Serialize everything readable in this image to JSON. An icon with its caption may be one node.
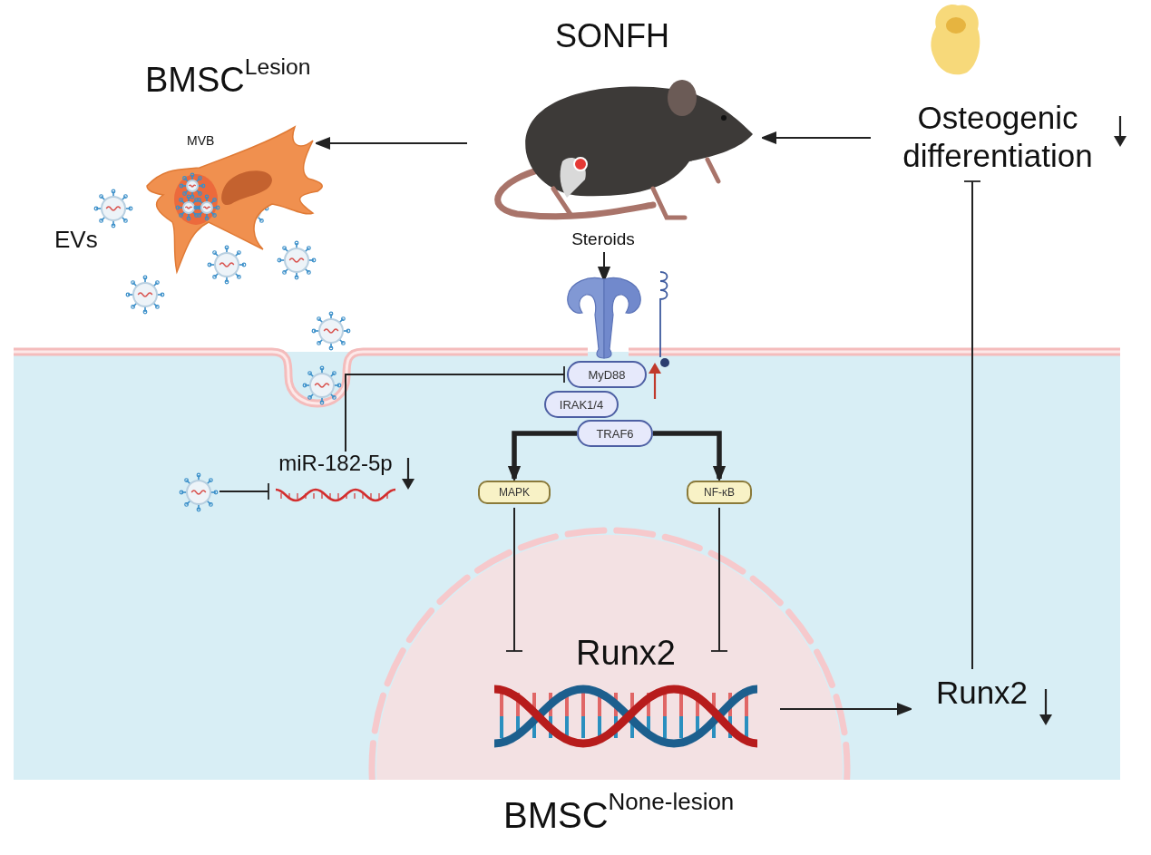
{
  "diagram": {
    "nodes": [
      {
        "text": [
          "SONFH"
        ]
      },
      {
        "text": [
          "BMSC$^{Lesion}$",
          "MVB"
        ]
      },
      {
        "text": [
          "Osteogenic differentiation"
        ]
      },
      {
        "text": [
          "Steroids"
        ]
      },
      {
        "text": [],
        "shape": "picture"
      },
      {
        "text": [
          "MyD88"
        ]
      },
      {
        "text": [
          "IRAK1/4"
        ]
      },
      {
        "text": [
          "TRAF6"
        ]
      },
      {
        "text": [
          "miR-182-5p"
        ]
      },
      {
        "text": [],
        "shape": "picture"
      },
      {
        "text": [
          "MAPK"
        ]
      },
      {
        "text": [
          "NF-κB"
        ]
      },
      {
        "text": [
          "Runx2"
        ]
      },
      {
        "text": [
          "Runx2"
        ]
      }
    ],
    "edges": [
      {
        "from": 0,
        "to": 1,
        "arrow": "to"
      },
      {
        "from": 2,
        "to": 0,
        "arrow": "to"
      },
      {
        "from": 3,
        "to": 4,
        "arrow": "to"
      },
      {
        "from": 8,
        "to": 5,
        "arrow": "other"
      },
      {
        "from": 9,
        "to": 8,
        "arrow": "other"
      },
      {
        "from": 7,
        "to": 10,
        "arrow": "to",
        "style": "thick"
      },
      {
        "from": 7,
        "to": 11,
        "arrow": "to",
        "style": "thick"
      },
      {
        "from": 10,
        "to": 12,
        "arrow": "other"
      },
      {
        "from": 11,
        "to": 12,
        "arrow": "other"
      },
      {
        "from": 12,
        "to": 13,
        "arrow": "to"
      },
      {
        "from": 13,
        "to": 2,
        "arrow": "other"
      }
    ],
    "labels": [
      "EVs",
      "BMSC$^{None-lesion}$"
    ]
  }
}
